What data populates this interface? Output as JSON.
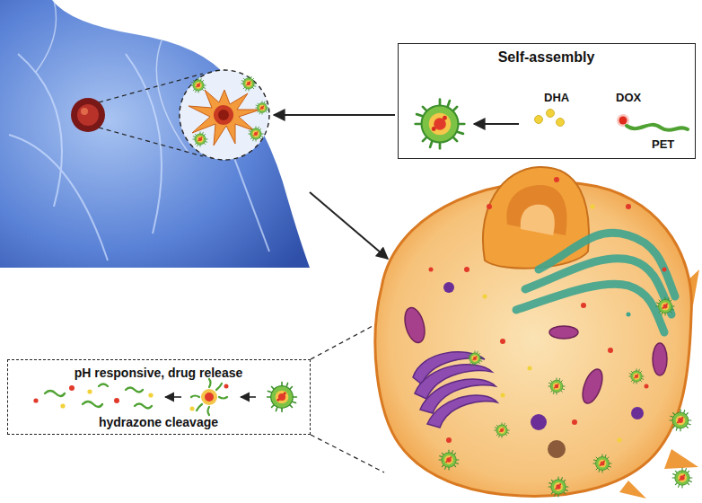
{
  "diagram": {
    "nodes": [
      {
        "text": [
          "Self-assembly",
          "DHA",
          "DOX",
          "PET"
        ]
      },
      {
        "text": [
          "pH responsive, drug release",
          "hydrazone cleavage"
        ]
      }
    ]
  }
}
